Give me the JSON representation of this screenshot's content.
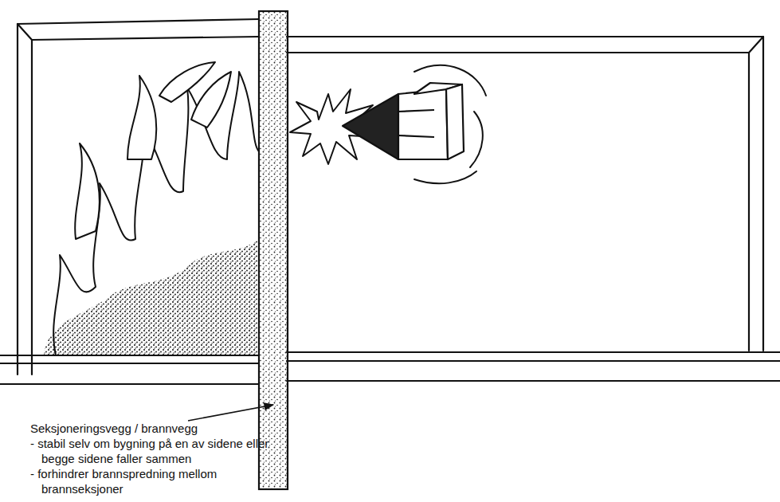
{
  "diagram": {
    "labels": [
      "Seksjoneringsvegg / brannvegg",
      "- stabil selv om bygning på en av sidene eller begge sidene faller sammen",
      "- forhindrer brannspredning mellom brannseksjoner"
    ]
  }
}
